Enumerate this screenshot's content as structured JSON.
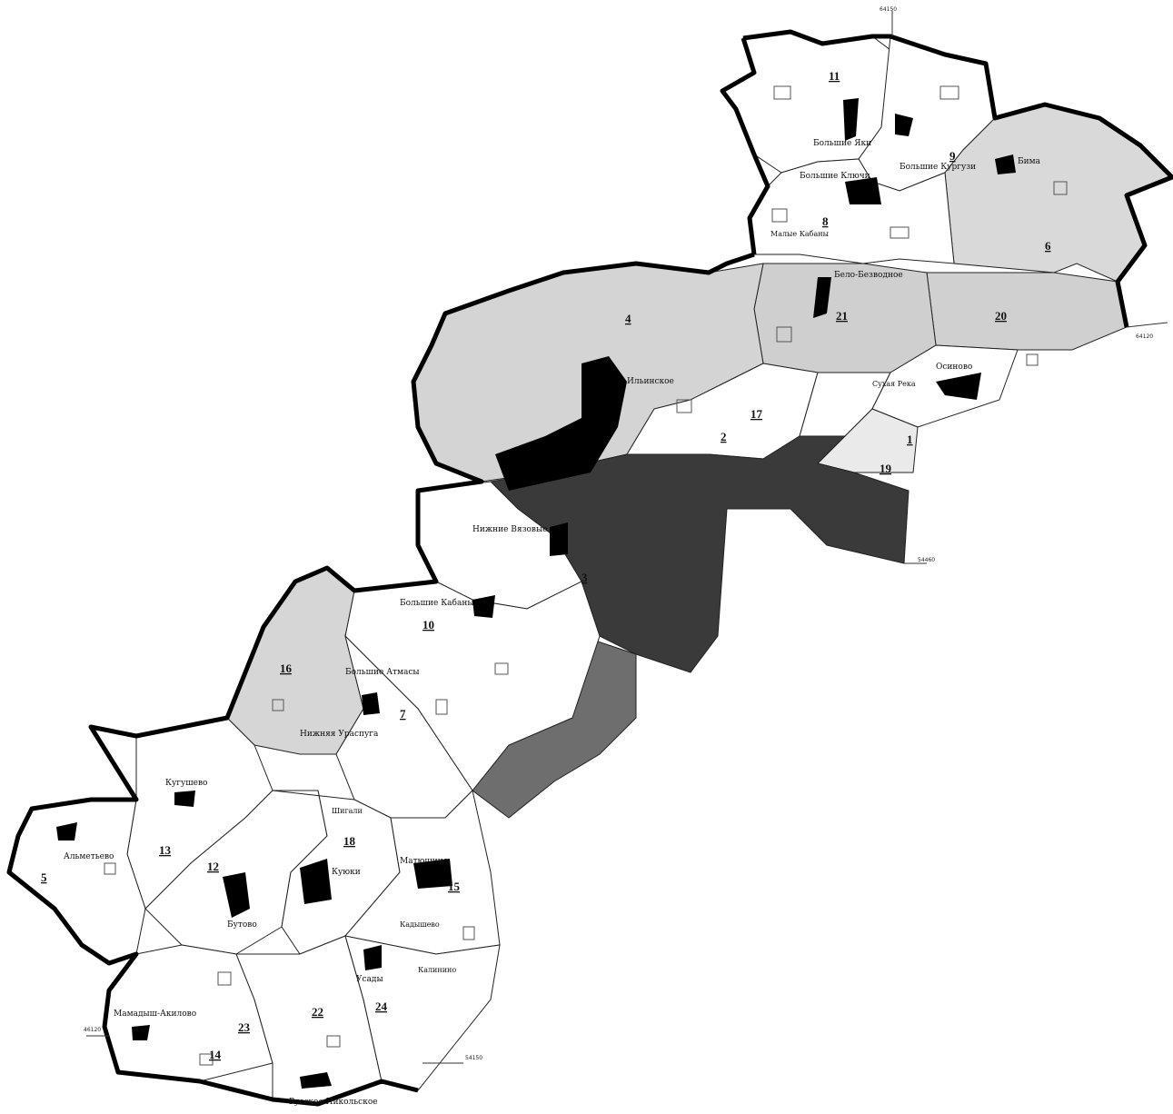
{
  "colors": {
    "background": "#ffffff",
    "boundary": "#000000",
    "light_shade": "#d9d9d9",
    "medium_shade": "#bdbdbd",
    "dark_shade": "#3a3a3a",
    "settlement_major": "#000000"
  },
  "district_numbers": [
    {
      "id": "d1",
      "label": "1"
    },
    {
      "id": "d2",
      "label": "2"
    },
    {
      "id": "d3",
      "label": "3"
    },
    {
      "id": "d4",
      "label": "4"
    },
    {
      "id": "d5",
      "label": "5"
    },
    {
      "id": "d6",
      "label": "6"
    },
    {
      "id": "d7",
      "label": "7"
    },
    {
      "id": "d8",
      "label": "8"
    },
    {
      "id": "d9",
      "label": "9"
    },
    {
      "id": "d10",
      "label": "10"
    },
    {
      "id": "d11",
      "label": "11"
    },
    {
      "id": "d12",
      "label": "12"
    },
    {
      "id": "d13",
      "label": "13"
    },
    {
      "id": "d14",
      "label": "14"
    },
    {
      "id": "d15",
      "label": "15"
    },
    {
      "id": "d16",
      "label": "16"
    },
    {
      "id": "d17",
      "label": "17"
    },
    {
      "id": "d18",
      "label": "18"
    },
    {
      "id": "d19",
      "label": "19"
    },
    {
      "id": "d20",
      "label": "20"
    },
    {
      "id": "d21",
      "label": "21"
    },
    {
      "id": "d22",
      "label": "22"
    },
    {
      "id": "d23",
      "label": "23"
    },
    {
      "id": "d24",
      "label": "24"
    }
  ],
  "settlements": [
    {
      "id": "s1",
      "label": "Большие Яки"
    },
    {
      "id": "s2",
      "label": "Большие Кургузи"
    },
    {
      "id": "s3",
      "label": "Большие Ключи"
    },
    {
      "id": "s4",
      "label": "Бима"
    },
    {
      "id": "s5",
      "label": "Бело-Безводное"
    },
    {
      "id": "s6",
      "label": "Осиново"
    },
    {
      "id": "s7",
      "label": "Ильинское"
    },
    {
      "id": "s8",
      "label": "Нижние Вязовые"
    },
    {
      "id": "s9",
      "label": "Большие Кабаны"
    },
    {
      "id": "s10",
      "label": "Большие Атмасы"
    },
    {
      "id": "s11",
      "label": "Нижняя Ураспуга"
    },
    {
      "id": "s12",
      "label": "Кугушево"
    },
    {
      "id": "s13",
      "label": "Альметьево"
    },
    {
      "id": "s14",
      "label": "Бутово"
    },
    {
      "id": "s15",
      "label": "Куюки"
    },
    {
      "id": "s16",
      "label": "Мамадыш-Акилово"
    },
    {
      "id": "s17",
      "label": "Усады"
    },
    {
      "id": "s18",
      "label": "Русское Никольское"
    },
    {
      "id": "s19",
      "label": "Матюшино"
    },
    {
      "id": "s20",
      "label": "Калинино"
    },
    {
      "id": "s21",
      "label": "Кадышево"
    },
    {
      "id": "s22",
      "label": "Шигали"
    },
    {
      "id": "s23",
      "label": "Сухая Река"
    },
    {
      "id": "s24",
      "label": "Малые Кабаны"
    }
  ],
  "edge_marks": [
    {
      "id": "e1",
      "label": "64150"
    },
    {
      "id": "e2",
      "label": "64120"
    },
    {
      "id": "e3",
      "label": "54460"
    },
    {
      "id": "e4",
      "label": "46120"
    },
    {
      "id": "e5",
      "label": "54150"
    }
  ]
}
